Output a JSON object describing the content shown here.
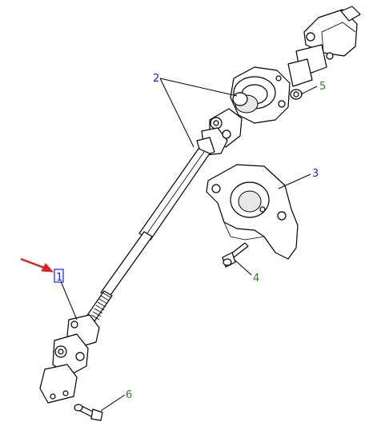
{
  "colors": {
    "callout_blue": "#1a1aff",
    "callout_green": "#2e7d1e",
    "arrow_red": "#e02020",
    "highlight_box": "#1a1aff"
  },
  "callouts": [
    {
      "id": "1",
      "label": "1",
      "color": "blue",
      "highlighted": true
    },
    {
      "id": "2",
      "label": "2",
      "color": "blue"
    },
    {
      "id": "3",
      "label": "3",
      "color": "blue"
    },
    {
      "id": "4",
      "label": "4",
      "color": "green"
    },
    {
      "id": "5",
      "label": "5",
      "color": "green"
    },
    {
      "id": "6",
      "label": "6",
      "color": "green"
    }
  ],
  "icons": {
    "pointer": "red-arrow-icon"
  }
}
